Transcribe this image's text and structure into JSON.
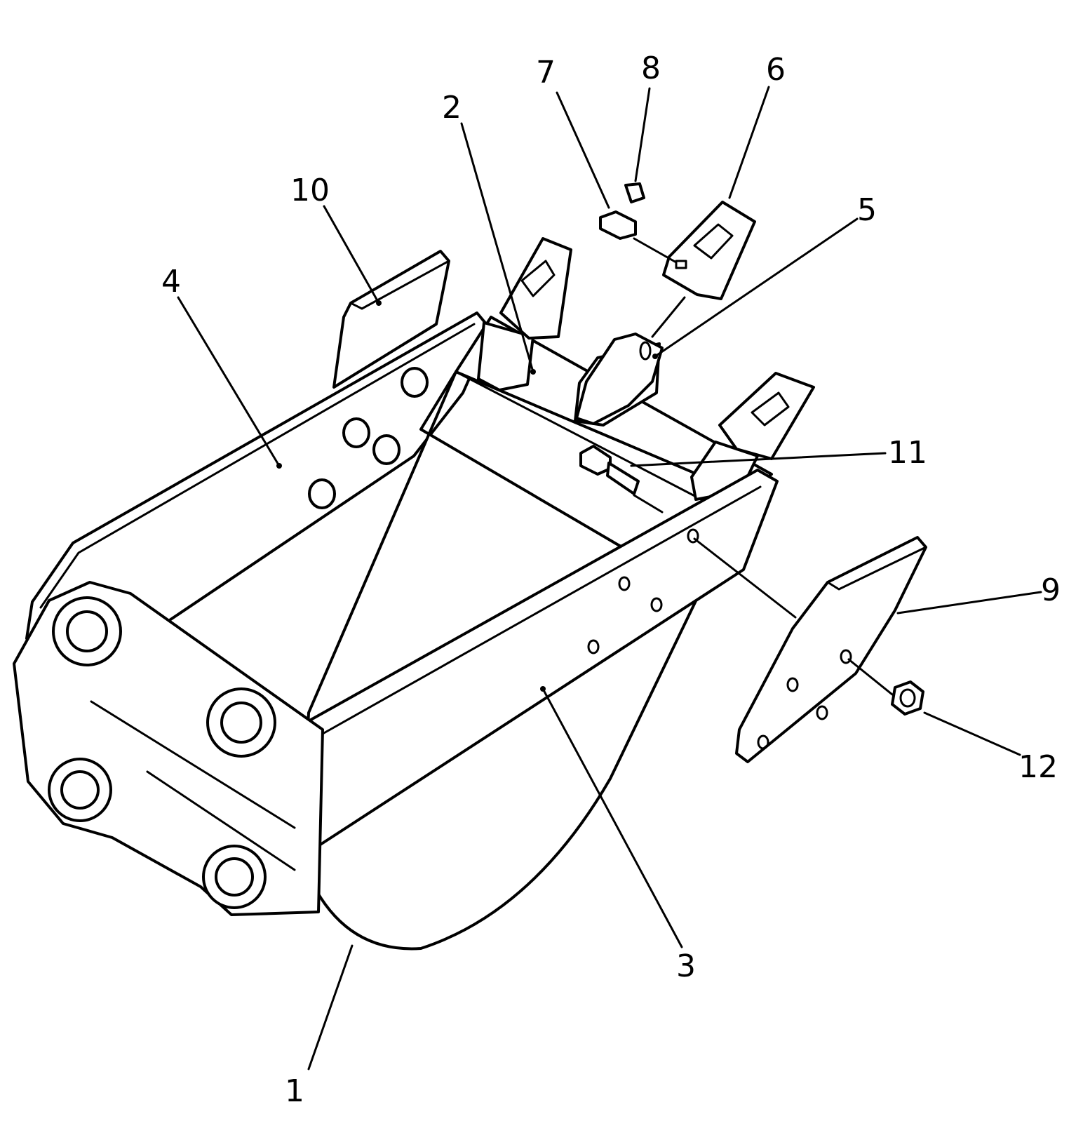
{
  "colors": {
    "ink": "#000000",
    "paper": "#ffffff"
  },
  "callouts": [
    {
      "id": "1",
      "label": "1"
    },
    {
      "id": "2",
      "label": "2"
    },
    {
      "id": "3",
      "label": "3"
    },
    {
      "id": "4",
      "label": "4"
    },
    {
      "id": "5",
      "label": "5"
    },
    {
      "id": "6",
      "label": "6"
    },
    {
      "id": "7",
      "label": "7"
    },
    {
      "id": "8",
      "label": "8"
    },
    {
      "id": "9",
      "label": "9"
    },
    {
      "id": "10",
      "label": "10"
    },
    {
      "id": "11",
      "label": "11"
    },
    {
      "id": "12",
      "label": "12"
    }
  ]
}
